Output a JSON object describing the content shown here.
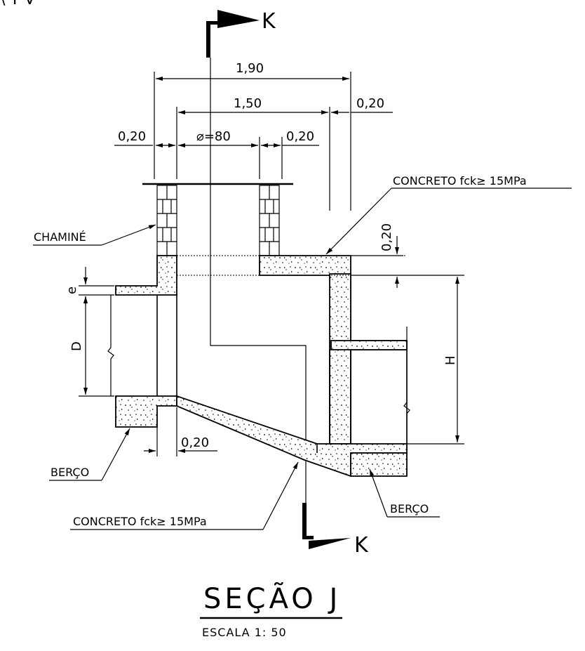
{
  "section_marker": "K",
  "dimensions": {
    "total_width": "1,90",
    "inner_width": "1,50",
    "right_wall": "0,20",
    "left_wall": "0,20",
    "diameter": "⌀=80",
    "chimney_wall": "0,20",
    "slab_thickness": "0,20",
    "invert_offset": "0,20",
    "e": "e",
    "D": "D",
    "H": "H"
  },
  "labels": {
    "concrete_top": "CONCRETO  fck≥ 15MPa",
    "concrete_bottom": "CONCRETO  fck≥ 15MPa",
    "chimney": "CHAMINÉ",
    "berco_left": "BERÇO",
    "berco_right": "BERÇO"
  },
  "title": "SEÇÃO  J",
  "scale": "ESCALA  1: 50",
  "top_fragment": "\\ T V"
}
